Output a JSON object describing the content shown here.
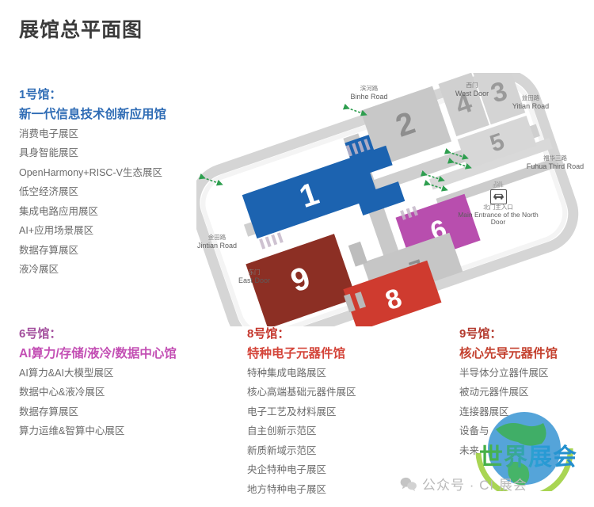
{
  "page": {
    "title": "展馆总平面图"
  },
  "halls": [
    {
      "id": "hall1",
      "number_label": "1号馆：",
      "name": "新一代信息技术创新应用馆",
      "color": "#2f6cb5",
      "zones": [
        "消费电子展区",
        "具身智能展区",
        "OpenHarmony+RISC-V生态展区",
        "低空经济展区",
        "集成电路应用展区",
        "AI+应用场景展区",
        "数据存算展区",
        "液冷展区"
      ]
    },
    {
      "id": "hall6",
      "number_label": "6号馆：",
      "name": "AI算力/存储/液冷/数据中心馆",
      "color": "#c34fb4",
      "zones": [
        "AI算力&AI大模型展区",
        "数据中心&液冷展区",
        "数据存算展区",
        "算力运维&智算中心展区"
      ]
    },
    {
      "id": "hall8",
      "number_label": "8号馆：",
      "name": "特种电子元器件馆",
      "color": "#d4453a",
      "zones": [
        "特种集成电路展区",
        "核心高端基础元器件展区",
        "电子工艺及材料展区",
        "自主创新示范区",
        "新质新域示范区",
        "央企特种电子展区",
        "地方特种电子展区"
      ]
    },
    {
      "id": "hall9",
      "number_label": "9号馆：",
      "name": "核心先导元器件馆",
      "color": "#c4412f",
      "zones": [
        "半导体分立器件展区",
        "被动元器件展区",
        "连接器展区",
        "设备与",
        "未来"
      ]
    }
  ],
  "map": {
    "hall_numbers": {
      "h1": "1",
      "h2": "2",
      "h3": "3",
      "h4": "4",
      "h5": "5",
      "h6": "6",
      "h7": "7",
      "h8": "8",
      "h9": "9"
    },
    "hall_colors": {
      "h1": "#1c63b0",
      "h2": "#c8c8c8",
      "h3": "#d2d2d2",
      "h4": "#d2d2d2",
      "h5": "#d2d2d2",
      "h6": "#b council",
      "h7": "#c6c6c6",
      "h8": "#cf3b2f",
      "h9": "#8c2f24"
    },
    "labels": {
      "binhe": {
        "cn": "滨河路",
        "en": "Binhe Road"
      },
      "west_door": {
        "cn": "西门",
        "en": "West Door"
      },
      "yitian": {
        "cn": "益田路",
        "en": "Yitian Road"
      },
      "fuhua": {
        "cn": "福华三路",
        "en": "Fuhua Third Road"
      },
      "jintian": {
        "cn": "金田路",
        "en": "Jintian Road"
      },
      "east_door": {
        "cn": "东门",
        "en": "East Door"
      },
      "north_entrance": {
        "cn": "北门主入口",
        "en": "Main Entrance of the North Door"
      },
      "taxi": {
        "cn": "出租车",
        "en": "TAXI"
      }
    },
    "crossing_arrow_color": "#2e9e4f"
  },
  "watermark": {
    "brand_text": "世界展会",
    "account_text": "公众号 · CI      展会"
  }
}
